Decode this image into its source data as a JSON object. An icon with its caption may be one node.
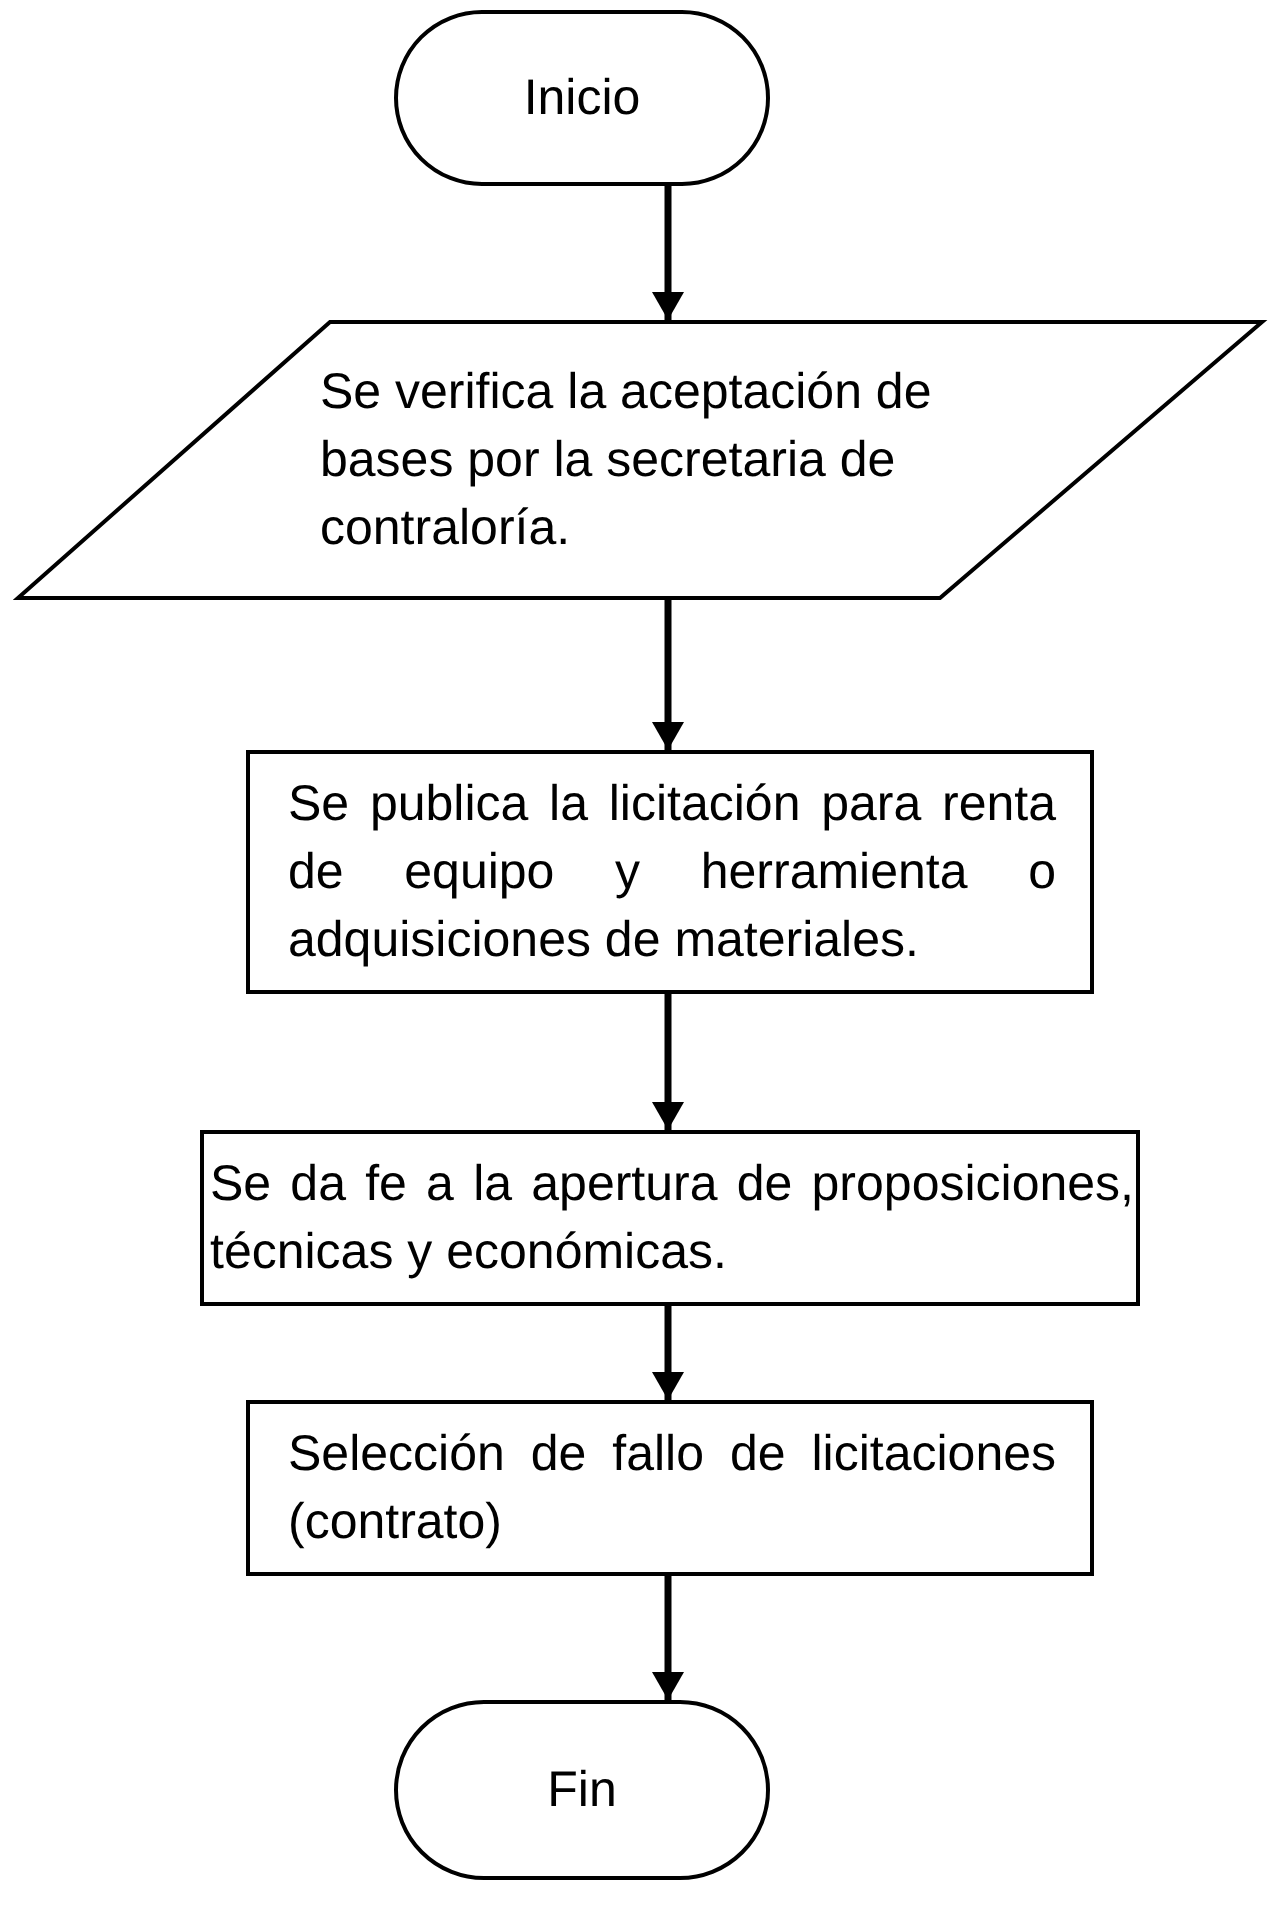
{
  "diagram": {
    "nodes": [
      {
        "text": [
          "Inicio"
        ]
      },
      {
        "text": [
          "Se verifica la aceptación de bases por la secretaria de contraloría."
        ]
      },
      {
        "text": [
          "Se publica la licitación para renta de equipo y herramienta o adquisiciones de materiales."
        ]
      },
      {
        "text": [
          "Se da fe a la apertura de proposiciones, técnicas y económicas."
        ]
      },
      {
        "text": [
          "Selección de fallo de licitaciones (contrato)"
        ]
      },
      {
        "text": [
          "Fin"
        ]
      }
    ],
    "edges": [
      {
        "from": 0,
        "to": 1,
        "arrow": "to"
      },
      {
        "from": 1,
        "to": 2,
        "arrow": "to"
      },
      {
        "from": 2,
        "to": 3,
        "arrow": "to"
      },
      {
        "from": 3,
        "to": 4,
        "arrow": "to"
      },
      {
        "from": 4,
        "to": 5,
        "arrow": "to"
      }
    ]
  }
}
